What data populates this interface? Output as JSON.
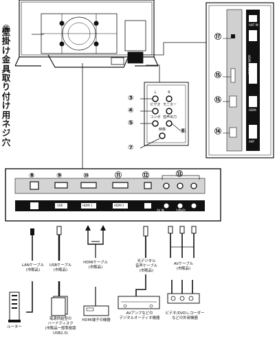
{
  "side_title": "壁掛け金具取り付け用ネジ穴",
  "markers": {
    "m16": "⑯",
    "m3": "③",
    "m4": "④",
    "m5": "⑤",
    "m6": "⑥",
    "m7": "⑦",
    "m8": "⑧",
    "m9": "⑨",
    "m10": "⑩",
    "m11": "⑪",
    "m12": "⑫",
    "m13": "⑬",
    "m14": "⑭",
    "m15": "⑮",
    "m17": "⑰"
  },
  "av_panel": {
    "row1": [
      "L",
      "R"
    ],
    "row2": [
      "ビデオ",
      "モニター"
    ],
    "row3": [
      "コンポ",
      "音声出力"
    ],
    "row4": "映像"
  },
  "right_panel_labels": [
    "ANT IN",
    "HDMI IN (CEC)",
    "HDMI",
    "ANT"
  ],
  "bottom_strip_labels": [
    "",
    "USB",
    "HDMI 1",
    "HDMI 2",
    "",
    "AV IN",
    "Y/Pb/Pr",
    ""
  ],
  "cables": {
    "lan": "LANケーブル\n(市販品)",
    "usb": "USBケーブル\n(市販品)",
    "hdmi": "HDMIケーブル\n(市販品)",
    "optical": "光デジタル\n音声ケーブル\n(市販品)",
    "av": "AVケーブル\n(市販品)"
  },
  "devices": {
    "router": "ルーター",
    "hdd": "電源供給型の\nハードディスク\n(市販品一般準拠版USB2.0)",
    "hdmi_device": "HDMI端子の機器",
    "amp": "AVアンプなどの\nデジタルオーディオ機器",
    "recorder": "ビデオ/DVDレコーダー\nなどの外部機器"
  },
  "colors": {
    "dark": "#111111",
    "light": "#ffffff",
    "panel_gray": "#cfcfcf"
  }
}
